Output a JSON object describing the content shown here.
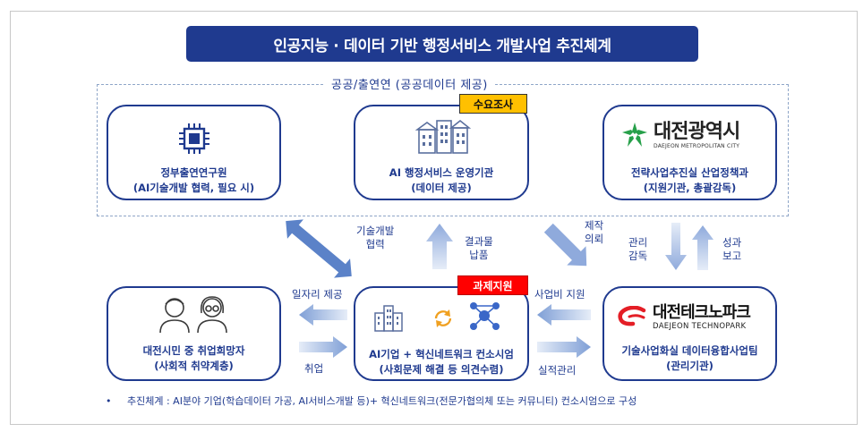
{
  "title": "인공지능 · 데이터 기반 행정서비스 개발사업 추진체계",
  "region_label": "공공/출연연 (공공데이터 제공)",
  "boxes": {
    "institute": {
      "line1": "정부출연연구원",
      "line2": "(AI기술개발 협력, 필요 시)",
      "icon": "cpu-chip-icon"
    },
    "operator": {
      "line1": "AI 행정서비스 운영기관",
      "line2": "(데이터 제공)",
      "icon": "government-buildings-icon",
      "badge": "수요조사"
    },
    "city": {
      "logo_name": "대전광역시",
      "logo_sub": "DAEJEON METROPOLITAN CITY",
      "line1": "전략사업추진실 산업정책과",
      "line2": "(지원기관, 총괄감독)",
      "icon": "daejeon-city-emblem-icon"
    },
    "citizens": {
      "line1": "대전시민 중 취업희망자",
      "line2": "(사회적 취약계층)",
      "icon": "people-icon"
    },
    "consortium": {
      "line1": "AI기업 + 혁신네트워크 컨소시엄",
      "line2": "(사회문제 해결 등 의견수렴)",
      "badge": "과제지원",
      "icon": "company-building-icon"
    },
    "technopark": {
      "logo_name": "대전테크노파크",
      "logo_sub": "DAEJEON TECHNOPARK",
      "line1": "기술사업화실 데이터융합사업팀",
      "line2": "(관리기관)",
      "icon": "technopark-logo-icon"
    }
  },
  "arrow_labels": {
    "tech_dev": "기술개발\n협력",
    "results": "결과물\n납품",
    "production": "제작\n의뢰",
    "management": "관리\n감독",
    "performance": "성과\n보고",
    "job_offer": "일자리 제공",
    "employment": "취업",
    "funding": "사업비 지원",
    "results_mgmt": "실적관리"
  },
  "footnote": {
    "bullet": "•",
    "text": "추진체계 : AI분야 기업(학습데이터 가공, AI서비스개발 등)+ 혁신네트워크(전문가협의체 또는 커뮤니티) 컨소시엄으로 구성"
  },
  "colors": {
    "navy": "#1f3a8f",
    "arrow_light": "#c5d4ee",
    "arrow_dark": "#8faadc",
    "badge_yellow": "#ffc000",
    "badge_red": "#ff0000",
    "logo_green": "#27a04a",
    "logo_red": "#e41e26"
  }
}
